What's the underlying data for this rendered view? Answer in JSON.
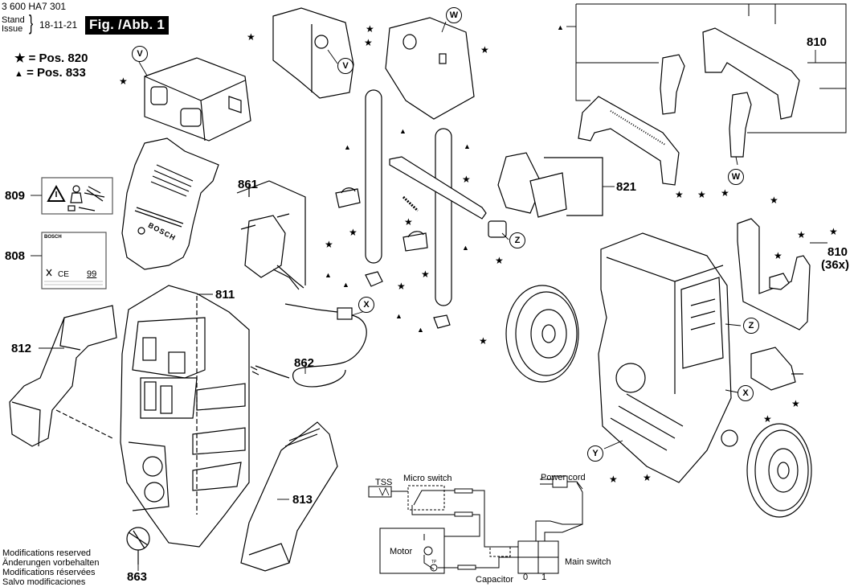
{
  "header": {
    "document_number": "3 600 HA7 301",
    "stand_label": "Stand",
    "issue_label": "Issue",
    "date": "18-11-21",
    "figure_title": "Fig. /Abb. 1"
  },
  "legend": {
    "star_symbol": "★",
    "star_meaning": "= Pos. 820",
    "triangle_symbol": "▲",
    "triangle_meaning": "= Pos. 833"
  },
  "footer_notice": [
    "Modifications reserved",
    "Änderungen vorbehalten",
    "Modifications réservées",
    "Salvo modificaciones"
  ],
  "part_callouts": {
    "p809": "809",
    "p808": "808",
    "p861": "861",
    "p811": "811",
    "p812": "812",
    "p862": "862",
    "p813": "813",
    "p863": "863",
    "p810_top": "810",
    "p821": "821",
    "p810_side": "810",
    "p810_qty": "(36x)"
  },
  "detail_markers": {
    "V": "V",
    "W": "W",
    "X": "X",
    "Y": "Y",
    "Z": "Z"
  },
  "labels": {
    "label_808_brand": "BOSCH",
    "label_808_rating": "99",
    "label_808_ce": "CE",
    "housing_brand": "BOSCH"
  },
  "wiring_diagram": {
    "tss": "TSS",
    "micro_switch": "Micro switch",
    "power_cord": "Power cord",
    "motor": "Motor",
    "thermal_protector": "TP",
    "capacitor": "Capacitor",
    "main_switch": "Main switch",
    "switch_pos_off": "0",
    "switch_pos_on": "1"
  },
  "symbols": {
    "star": "★",
    "triangle": "▲"
  }
}
